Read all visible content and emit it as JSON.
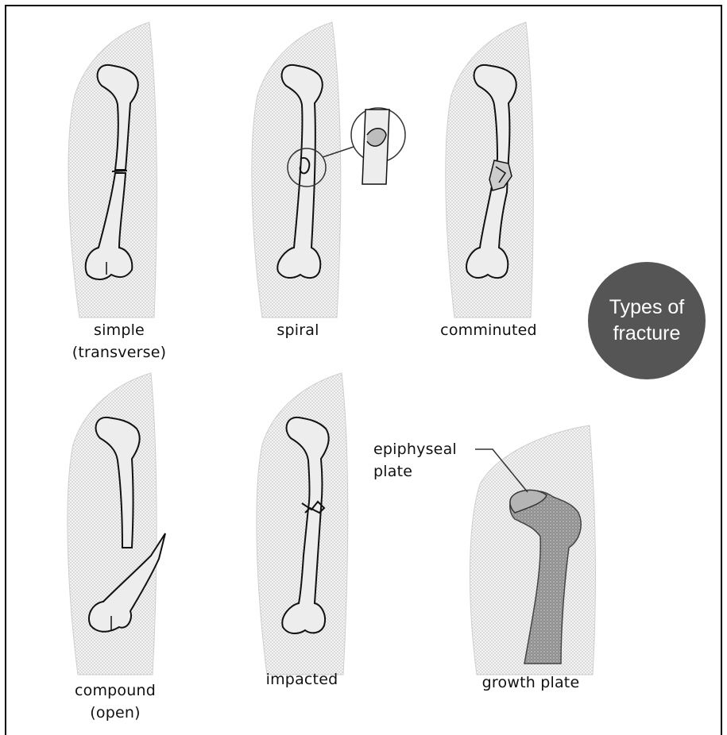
{
  "badge": {
    "line1": "Types of",
    "line2": "fracture"
  },
  "fractures": [
    {
      "id": "simple",
      "label_line1": "simple",
      "label_line2": "(transverse)"
    },
    {
      "id": "spiral",
      "label_line1": "spiral",
      "label_line2": ""
    },
    {
      "id": "comminuted",
      "label_line1": "comminuted",
      "label_line2": ""
    },
    {
      "id": "compound",
      "label_line1": "compound",
      "label_line2": "(open)"
    },
    {
      "id": "impacted",
      "label_line1": "impacted",
      "label_line2": ""
    },
    {
      "id": "growth",
      "label_line1": "growth plate",
      "label_line2": ""
    }
  ],
  "annotations": {
    "epiphyseal_line1": "epiphyseal",
    "epiphyseal_line2": "plate"
  },
  "colors": {
    "badge": "#555555",
    "bone": "#ededed",
    "outline": "#111111",
    "skin_dots": "#c9c9c9",
    "growth_bone": "#9a9a9a"
  }
}
